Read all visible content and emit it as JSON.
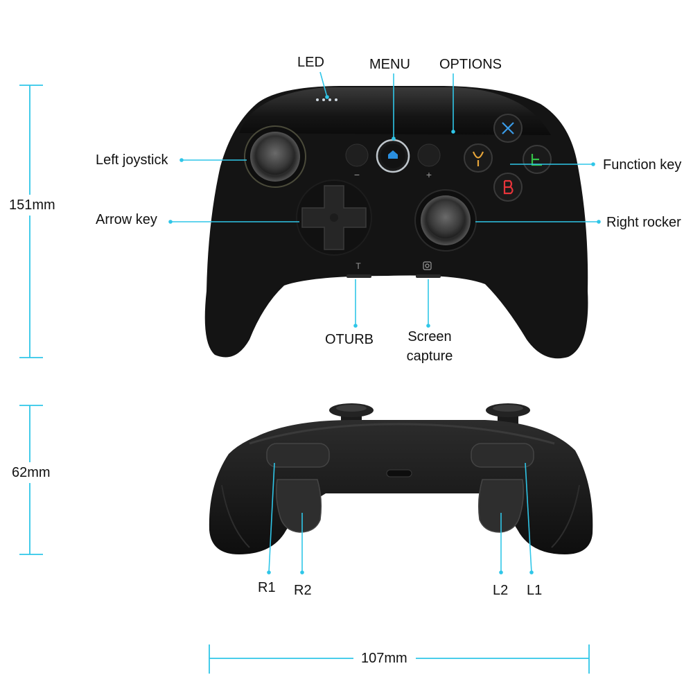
{
  "colors": {
    "leader_line": "#2fc6e8",
    "controller_body": "#141414",
    "button_y": "#e8a63a",
    "button_x": "#3a9be8",
    "button_a": "#34c248",
    "button_b": "#e8343a",
    "menu_ring": "#2a8fe0"
  },
  "icons": {
    "menu_button": "home-icon",
    "turbo_button": "T",
    "capture_button": "camera-icon",
    "minus_button": "−",
    "plus_button": "+"
  },
  "labels": {
    "led": "LED",
    "menu": "MENU",
    "options": "OPTIONS",
    "left_joystick": "Left joystick",
    "function_key": "Function key",
    "arrow_key": "Arrow key",
    "right_rocker": "Right rocker",
    "oturb": "OTURB",
    "screen_capture_line1": "Screen",
    "screen_capture_line2": "capture",
    "r1": "R1",
    "r2": "R2",
    "l2": "L2",
    "l1": "L1"
  },
  "dimensions": {
    "height_front": "151mm",
    "depth_back": "62mm",
    "width": "107mm"
  }
}
